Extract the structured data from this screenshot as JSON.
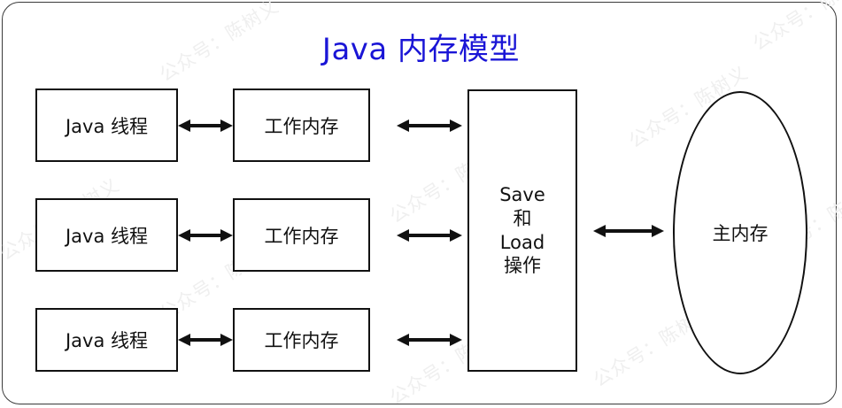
{
  "diagram": {
    "title": "Java 内存模型",
    "title_color": "#1a15d6",
    "background_color": "#ffffff",
    "border_color": "#111111",
    "watermark_text": "公众号：陈树义",
    "threads": [
      {
        "thread_label": "Java 线程",
        "memory_label": "工作内存"
      },
      {
        "thread_label": "Java 线程",
        "memory_label": "工作内存"
      },
      {
        "thread_label": "Java 线程",
        "memory_label": "工作内存"
      }
    ],
    "center": {
      "line1": "Save",
      "line2": "和",
      "line3": "Load",
      "line4": "操作"
    },
    "main_memory": {
      "label": "主内存"
    },
    "arrows": {
      "thread_to_worker": "double-headed-arrow",
      "worker_to_center": "double-headed-arrow",
      "center_to_main": "double-headed-arrow"
    }
  }
}
